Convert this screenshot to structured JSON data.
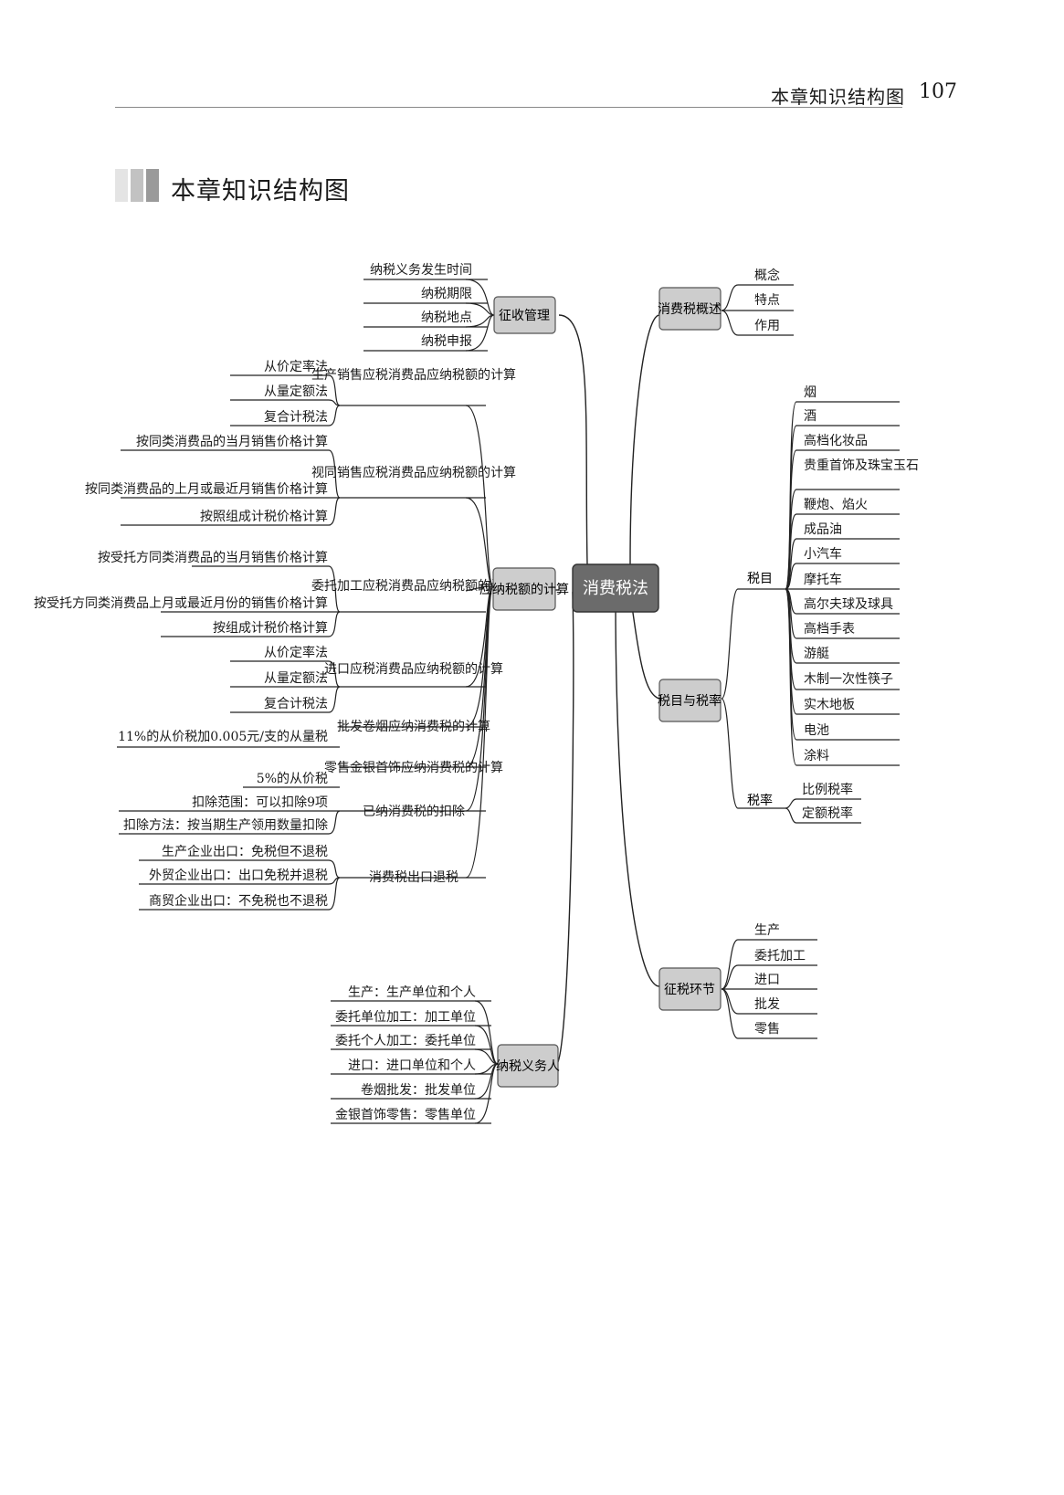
{
  "page": {
    "header_title": "本章知识结构图",
    "page_number": "107",
    "chapter_title": "本章知识结构图"
  },
  "mindmap": {
    "root": "消费税法",
    "branches": [
      {
        "label": "征收管理",
        "items": [
          "纳税义务发生时间",
          "纳税期限",
          "纳税地点",
          "纳税申报"
        ]
      },
      {
        "label": "应纳税额的计算",
        "groups": [
          {
            "label": "生产销售应税消费品应纳税额的计算",
            "items": [
              "从价定率法",
              "从量定额法",
              "复合计税法"
            ]
          },
          {
            "label": "视同销售应税消费品应纳税额的计算",
            "items": [
              "按同类消费品的当月销售价格计算",
              "按同类消费品的上月或最近月销售价格计算",
              "按照组成计税价格计算"
            ]
          },
          {
            "label": "委托加工应税消费品应纳税额的计算",
            "items": [
              "按受托方同类消费品的当月销售价格计算",
              "按受托方同类消费品上月或最近月份的销售价格计算",
              "按组成计税价格计算"
            ]
          },
          {
            "label": "进口应税消费品应纳税额的计算",
            "items": [
              "从价定率法",
              "从量定额法",
              "复合计税法"
            ]
          },
          {
            "label": "批发卷烟应纳消费税的计算",
            "items": [
              "11%的从价税加0.005元/支的从量税"
            ]
          },
          {
            "label": "零售金银首饰应纳消费税的计算",
            "items": [
              "5%的从价税"
            ]
          },
          {
            "label": "已纳消费税的扣除",
            "items": [
              "扣除范围：可以扣除9项",
              "扣除方法：按当期生产领用数量扣除"
            ]
          },
          {
            "label": "消费税出口退税",
            "items": [
              "生产企业出口：免税但不退税",
              "外贸企业出口：出口免税并退税",
              "商贸企业出口：不免税也不退税"
            ]
          }
        ]
      },
      {
        "label": "纳税义务人",
        "items": [
          "生产：生产单位和个人",
          "委托单位加工：加工单位",
          "委托个人加工：委托单位",
          "进口：进口单位和个人",
          "卷烟批发：批发单位",
          "金银首饰零售：零售单位"
        ]
      },
      {
        "label": "消费税概述",
        "items": [
          "概念",
          "特点",
          "作用"
        ]
      },
      {
        "label": "税目与税率",
        "groups": [
          {
            "label": "税目",
            "items": [
              "烟",
              "酒",
              "高档化妆品",
              "贵重首饰及珠宝玉石",
              "鞭炮、焰火",
              "成品油",
              "小汽车",
              "摩托车",
              "高尔夫球及球具",
              "高档手表",
              "游艇",
              "木制一次性筷子",
              "实木地板",
              "电池",
              "涂料"
            ]
          },
          {
            "label": "税率",
            "items": [
              "比例税率",
              "定额税率"
            ]
          }
        ]
      },
      {
        "label": "征税环节",
        "items": [
          "生产",
          "委托加工",
          "进口",
          "批发",
          "零售"
        ]
      }
    ]
  },
  "colors": {
    "root_fill": "#6b6b6b",
    "node_fill": "#cdcdcd",
    "node_stroke": "#555555",
    "line": "#222222",
    "bar_dark": "#9a9a9a",
    "bar_mid": "#c2c2c2",
    "bar_light": "#e4e4e4"
  }
}
